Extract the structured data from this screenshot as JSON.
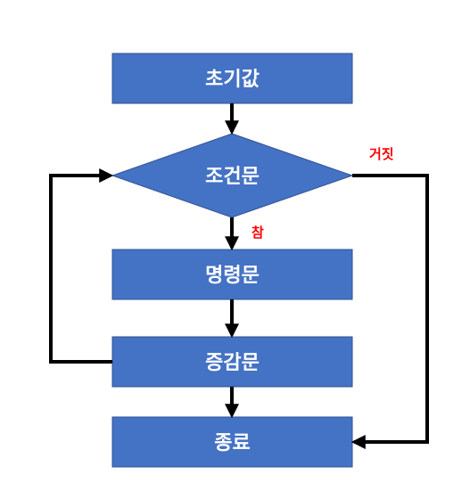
{
  "nodes": {
    "init": "초기값",
    "condition": "조건문",
    "statement": "명령문",
    "increment": "증감문",
    "end": "종료"
  },
  "labels": {
    "true": "참",
    "false": "거짓"
  },
  "colors": {
    "node_fill": "#4472c4",
    "node_stroke": "#2f528f",
    "arrow": "#000000",
    "label": "#ff0000"
  }
}
